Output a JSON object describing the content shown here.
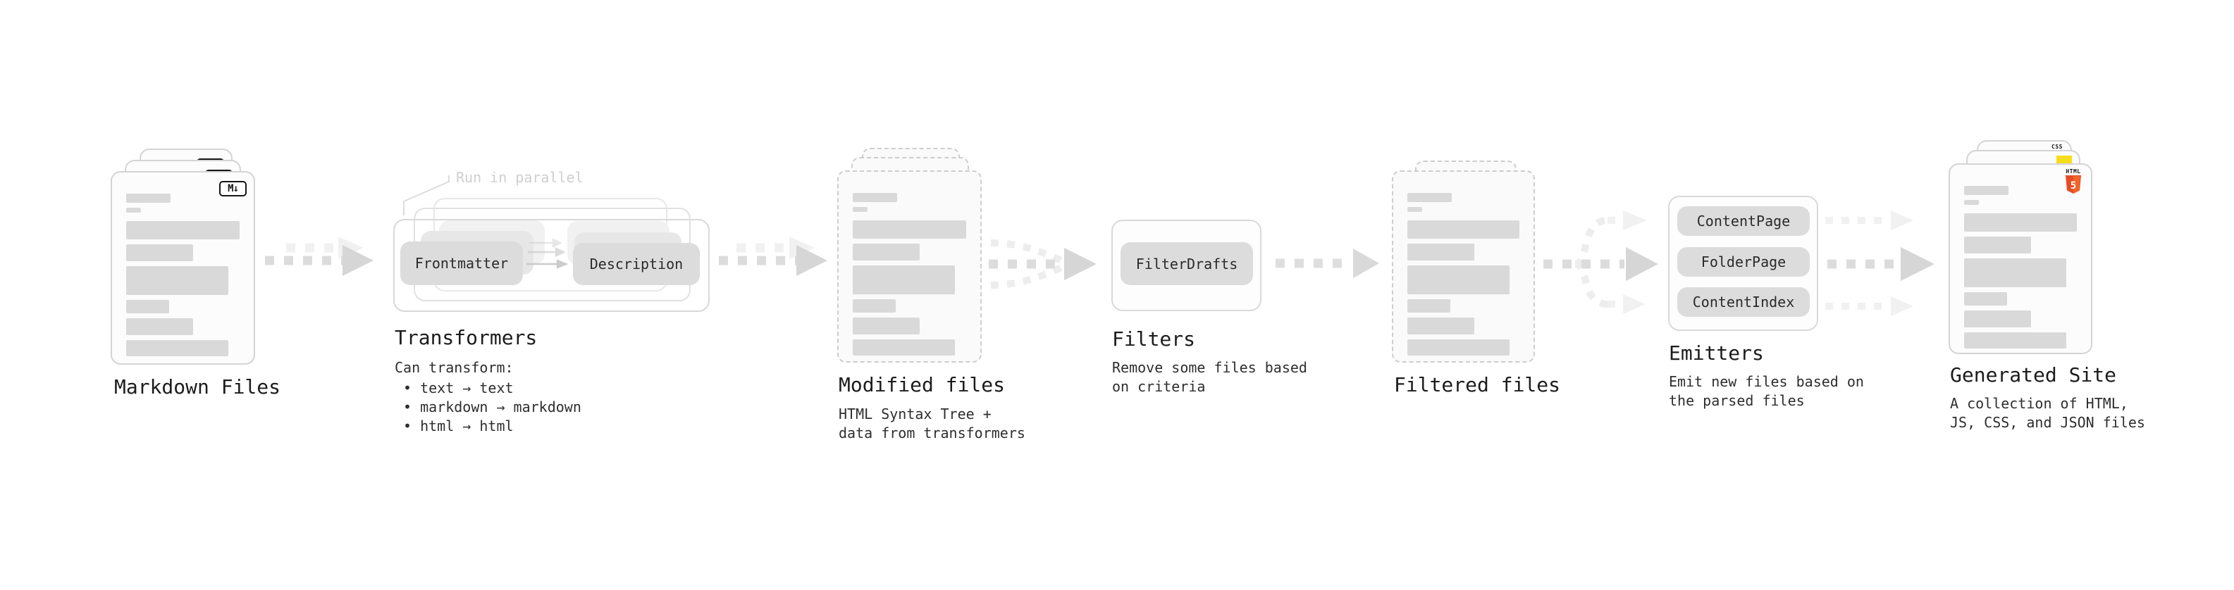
{
  "colors": {
    "accent_html5": "#E44D26",
    "accent_html5_light": "#F16529",
    "accent_js": "#F5DE19",
    "accent_css": "#2962F1"
  },
  "stages": {
    "markdown": {
      "title": "Markdown Files",
      "icon_text": "M↓"
    },
    "transformers": {
      "title": "Transformers",
      "annotation": "Run in parallel",
      "buttons": {
        "frontmatter": "Frontmatter",
        "description": "Description"
      },
      "subtitle": "Can transform:",
      "bullets": [
        "• text → text",
        "• markdown → markdown",
        "• html → html"
      ]
    },
    "modified": {
      "title": "Modified files",
      "subtitle": "HTML Syntax Tree +\ndata from transformers"
    },
    "filters": {
      "title": "Filters",
      "subtitle": "Remove some files based\non criteria",
      "buttons": {
        "filter_drafts": "FilterDrafts"
      }
    },
    "filtered": {
      "title": "Filtered files"
    },
    "emitters": {
      "title": "Emitters",
      "subtitle": "Emit new files based on\nthe parsed files",
      "buttons": {
        "content_page": "ContentPage",
        "folder_page": "FolderPage",
        "content_index": "ContentIndex"
      }
    },
    "generated": {
      "title": "Generated Site",
      "subtitle": "A collection of HTML,\nJS, CSS, and JSON files",
      "badges": {
        "html_label": "HTML",
        "html_number": "5",
        "css_label": "CSS"
      }
    }
  }
}
